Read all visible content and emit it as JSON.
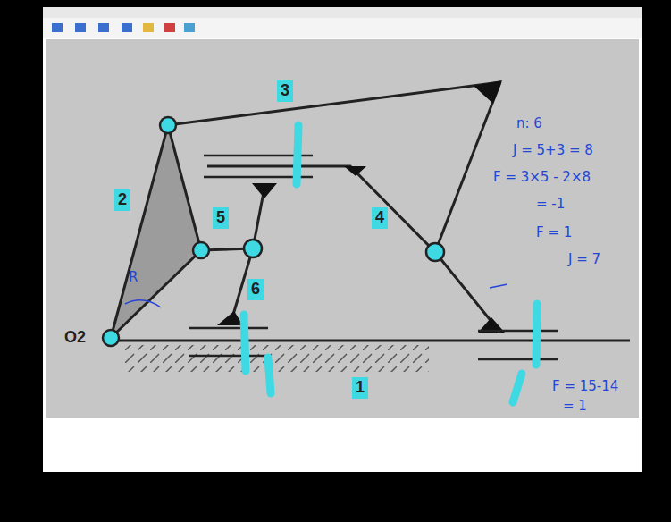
{
  "diagram": {
    "labels": [
      "3",
      "2",
      "5",
      "6",
      "4",
      "1",
      "O2",
      "n: 6",
      "J = 5+3 = 8",
      "F = 3×5 - 2×8",
      "= -1",
      "F = 1",
      "J = 7",
      "F = 15-14",
      "= 1",
      "R"
    ]
  }
}
